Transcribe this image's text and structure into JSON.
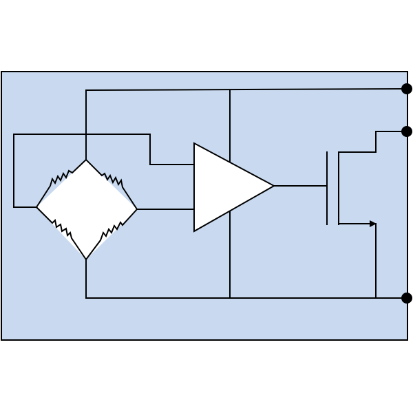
{
  "colors": {
    "panel_fill": "#c9daf0",
    "line": "#000000",
    "component_fill": "#ffffff",
    "terminal": "#000000"
  },
  "components": {
    "bridge": {
      "type": "resistor-bridge",
      "resistors": 4
    },
    "amplifier": {
      "type": "op-amp-triangle",
      "inputs": 2,
      "outputs": 1
    },
    "transistor": {
      "type": "mosfet",
      "arrow": "source"
    },
    "terminals": {
      "count": 3,
      "side": "right"
    }
  }
}
